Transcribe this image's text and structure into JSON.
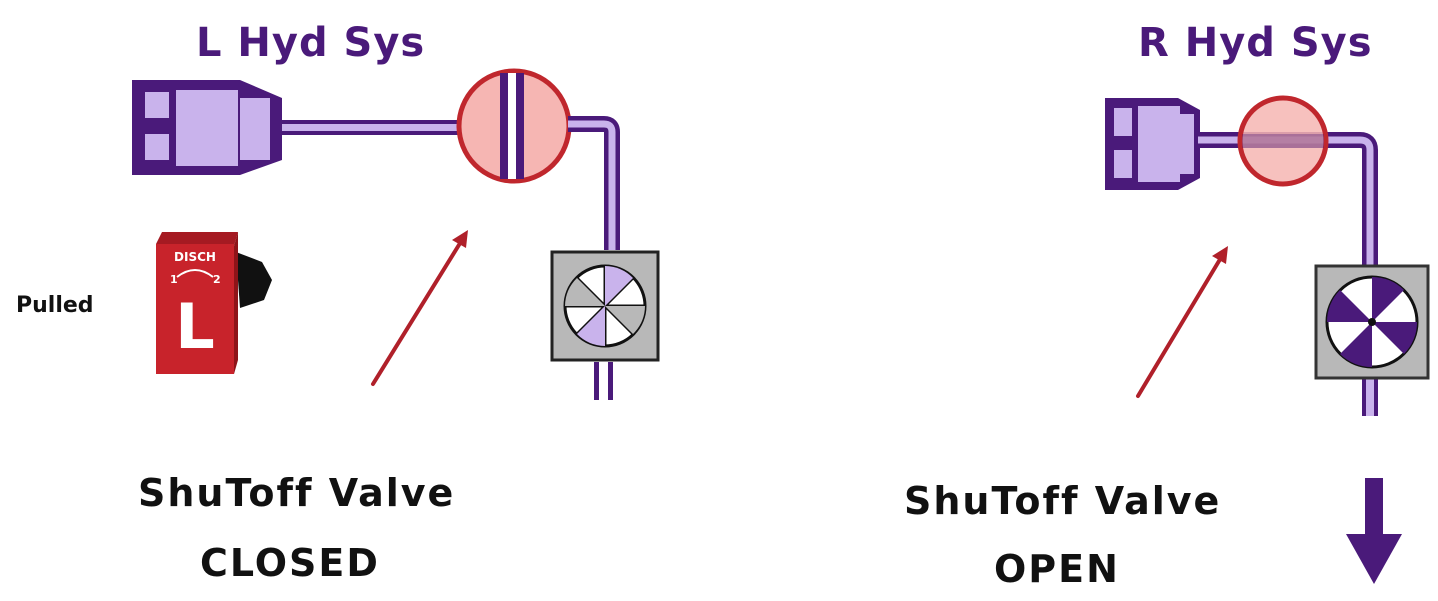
{
  "left_system": {
    "title": "L Hyd Sys",
    "handle_top_label": "DISCH",
    "handle_num_1": "1",
    "handle_num_2": "2",
    "handle_letter": "L",
    "handle_state": "Pulled",
    "valve_caption_line1": "ShuToff Valve",
    "valve_caption_line2": "CLOSED"
  },
  "right_system": {
    "title": "R Hyd Sys",
    "valve_caption_line1": "ShuToff Valve",
    "valve_caption_line2": "OPEN"
  },
  "colors": {
    "purple_dark": "#4a1a7a",
    "purple_light": "#c9b3ec",
    "valve_fill": "#f6b6b3",
    "valve_stroke": "#c0272d",
    "handle_red": "#c8232b",
    "arrow_red": "#b0202a",
    "pump_gray": "#b8b8b8"
  }
}
